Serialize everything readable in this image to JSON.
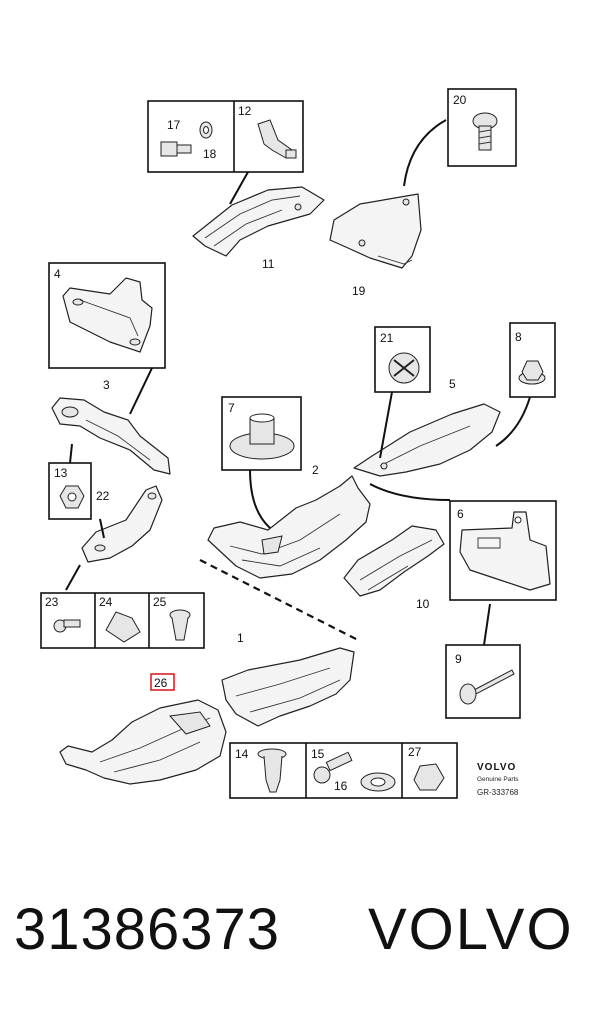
{
  "callouts": {
    "n1": "1",
    "n2": "2",
    "n3": "3",
    "n4": "4",
    "n5": "5",
    "n6": "6",
    "n7": "7",
    "n8": "8",
    "n9": "9",
    "n10": "10",
    "n11": "11",
    "n12": "12",
    "n13": "13",
    "n14": "14",
    "n15": "15",
    "n16": "16",
    "n17": "17",
    "n18": "18",
    "n19": "19",
    "n20": "20",
    "n21": "21",
    "n22": "22",
    "n23": "23",
    "n24": "24",
    "n25": "25",
    "n26": "26",
    "n27": "27"
  },
  "highlight_color": "#e0202a",
  "brand_block": {
    "logo": "VOLVO",
    "subtitle": "Genuine Parts",
    "code": "GR-333768"
  },
  "footer": {
    "part_number": "31386373",
    "brand": "VOLVO"
  }
}
